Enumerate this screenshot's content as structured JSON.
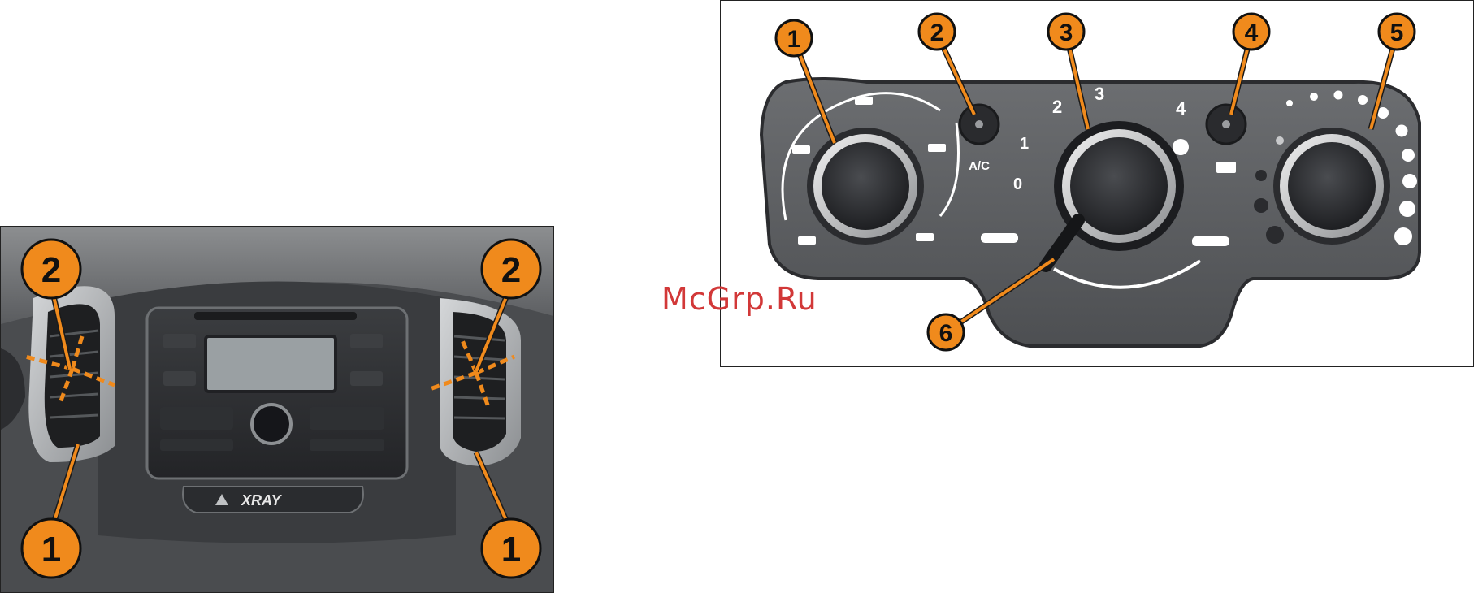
{
  "watermark": "McGrp.Ru",
  "left_figure": {
    "brand_badge": "XRAY",
    "callouts": [
      {
        "label": "2",
        "target": "left vent adjuster"
      },
      {
        "label": "2",
        "target": "right vent adjuster"
      },
      {
        "label": "1",
        "target": "left vent closing wheel"
      },
      {
        "label": "1",
        "target": "right vent closing wheel"
      }
    ]
  },
  "right_figure": {
    "callouts": [
      "1",
      "2",
      "3",
      "4",
      "5",
      "6"
    ],
    "ac_button_label": "A/C",
    "fan_speeds": [
      "0",
      "1",
      "2",
      "3",
      "4"
    ]
  },
  "colors": {
    "callout_orange": "#f08a1c",
    "panel_grey": "#5d5f62",
    "knob_dark": "#2a2b2d",
    "watermark_red": "#d23838"
  }
}
